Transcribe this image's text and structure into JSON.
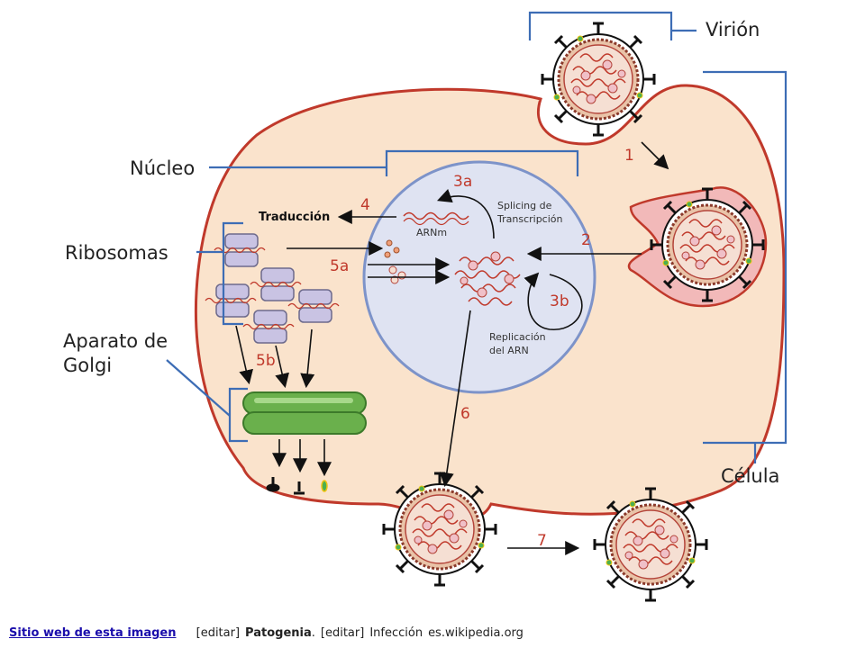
{
  "diagram": {
    "labels": {
      "virion": "Virión",
      "nucleo": "Núcleo",
      "ribosomas": "Ribosomas",
      "aparato_line1": "Aparato de",
      "aparato_line2": "Golgi",
      "celula": "Célula",
      "traduccion": "Traducción",
      "arnm": "ARNm",
      "splicing_line1": "Splicing de",
      "splicing_line2": "Transcripción",
      "replicacion_line1": "Replicación",
      "replicacion_line2": "del ARN"
    },
    "steps": {
      "s1": "1",
      "s2": "2",
      "s3a": "3a",
      "s3b": "3b",
      "s4": "4",
      "s5a": "5a",
      "s5b": "5b",
      "s6": "6",
      "s7": "7"
    },
    "colors": {
      "cell_fill": "#fae3cc",
      "cell_stroke": "#c0392b",
      "nucleus_fill": "#dfe3f2",
      "nucleus_stroke": "#7d93c9",
      "golgi": "#6ab04c",
      "ribosome": "#c9c3e3",
      "bracket": "#3d6db5",
      "step": "#c0392b"
    }
  },
  "footer": {
    "link": "Sitio web de esta imagen",
    "edit1": "[editar]",
    "patogenia": "Patogenia",
    "dot": ".",
    "edit2": "[editar]",
    "infeccion": "Infección",
    "site": "es.wikipedia.org"
  }
}
